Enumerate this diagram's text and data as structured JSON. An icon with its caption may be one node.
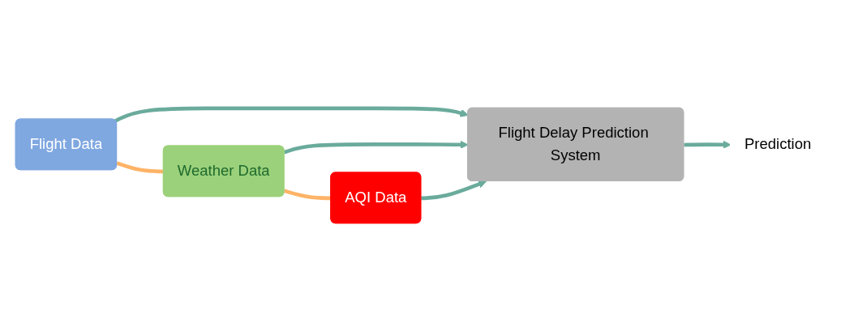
{
  "diagram": {
    "nodes": [
      {
        "text": [
          "Flight Data"
        ]
      },
      {
        "text": [
          "Weather Data"
        ]
      },
      {
        "text": [
          "AQI Data"
        ]
      },
      {
        "text": [
          "Flight Delay Prediction System"
        ]
      },
      {
        "text": [
          "Prediction"
        ]
      }
    ],
    "edges": [
      {
        "from": 0,
        "to": 1,
        "arrow": "none",
        "color": "#ffb366"
      },
      {
        "from": 1,
        "to": 2,
        "arrow": "none",
        "color": "#ffb366"
      },
      {
        "from": 0,
        "to": 3,
        "arrow": "to"
      },
      {
        "from": 1,
        "to": 3,
        "arrow": "to"
      },
      {
        "from": 2,
        "to": 3,
        "arrow": "to"
      },
      {
        "from": 3,
        "to": 4,
        "arrow": "to"
      }
    ]
  }
}
